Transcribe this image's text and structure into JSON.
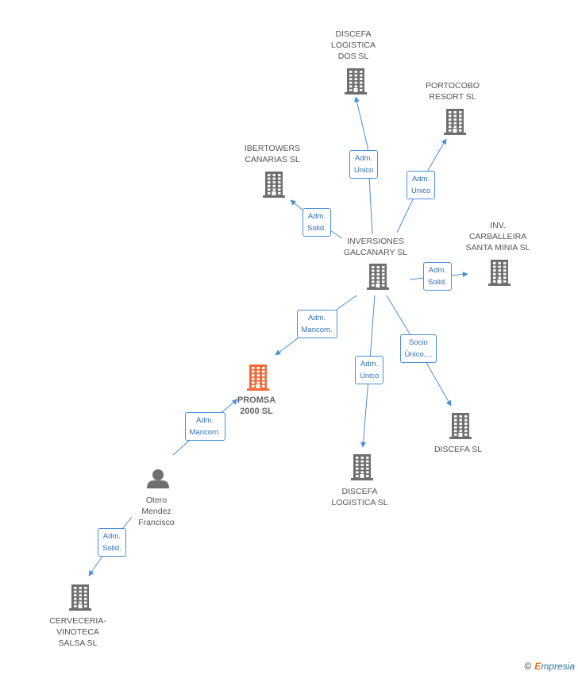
{
  "colors": {
    "edge": "#4a8fd8",
    "building": "#6f6f6f",
    "main_building": "#f06a3a",
    "person": "#6f6f6f"
  },
  "nodes": [
    {
      "id": "discefa-dos",
      "label": "DISCEFA\nLOGISTICA\nDOS  SL",
      "icon": "building-icon"
    },
    {
      "id": "portocobo",
      "label": "PORTOCOBO\nRESORT SL",
      "icon": "building-icon"
    },
    {
      "id": "ibertowers",
      "label": "IBERTOWERS\nCANARIAS SL",
      "icon": "building-icon"
    },
    {
      "id": "inversiones",
      "label": "INVERSIONES\nGALCANARY SL",
      "icon": "building-icon"
    },
    {
      "id": "carballeira",
      "label": "INV.\nCARBALLEIRA\nSANTA MINIA SL",
      "icon": "building-icon"
    },
    {
      "id": "promsa",
      "label": "PROMSA\n2000 SL",
      "icon": "building-icon",
      "main": true
    },
    {
      "id": "discefa-log",
      "label": "DISCEFA\nLOGISTICA SL",
      "icon": "building-icon"
    },
    {
      "id": "discefa",
      "label": "DISCEFA SL",
      "icon": "building-icon"
    },
    {
      "id": "otero",
      "label": "Otero\nMendez\nFrancisco",
      "icon": "person-icon"
    },
    {
      "id": "cerveceria",
      "label": "CERVECERIA-\nVINOTECA\nSALSA SL",
      "icon": "building-icon"
    }
  ],
  "edges": [
    {
      "from": "inversiones",
      "to": "discefa-dos",
      "label": "Adm.\nUnico"
    },
    {
      "from": "inversiones",
      "to": "portocobo",
      "label": "Adm.\nUnico"
    },
    {
      "from": "inversiones",
      "to": "ibertowers",
      "label": "Adm.\nSolid."
    },
    {
      "from": "inversiones",
      "to": "carballeira",
      "label": "Adm.\nSolid."
    },
    {
      "from": "inversiones",
      "to": "promsa",
      "label": "Adm.\nMancom."
    },
    {
      "from": "inversiones",
      "to": "discefa-log",
      "label": "Adm.\nUnico"
    },
    {
      "from": "inversiones",
      "to": "discefa",
      "label": "Socio\nÚnico,..."
    },
    {
      "from": "otero",
      "to": "promsa",
      "label": "Adm.\nMancom."
    },
    {
      "from": "otero",
      "to": "cerveceria",
      "label": "Adm.\nSolid."
    }
  ],
  "credit": {
    "symbol": "©",
    "brand_first": "E",
    "brand_rest": "mpresia"
  }
}
